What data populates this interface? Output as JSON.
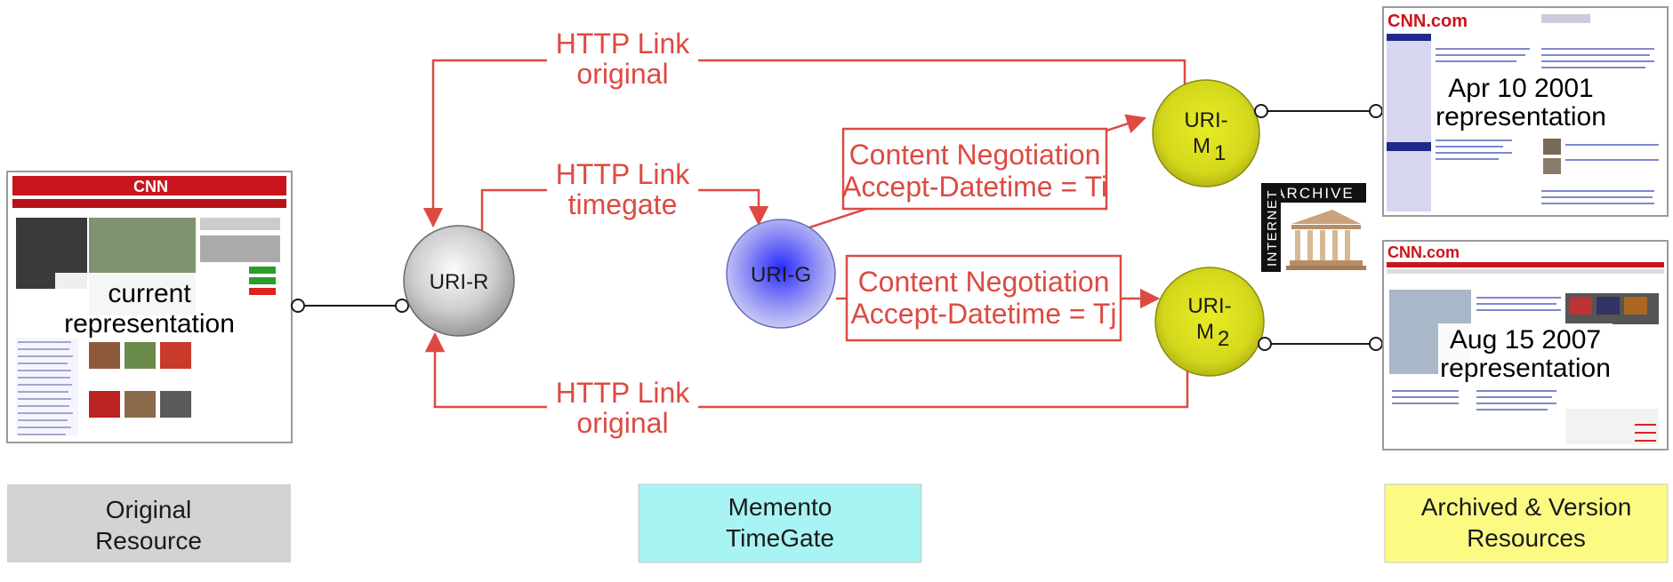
{
  "links": {
    "top": {
      "line1": "HTTP Link",
      "line2": "original"
    },
    "mid": {
      "line1": "HTTP Link",
      "line2": "timegate"
    },
    "bottom": {
      "line1": "HTTP Link",
      "line2": "original"
    }
  },
  "negotiation": {
    "to_m1": {
      "line1": "Content Negotiation",
      "line2": "Accept-Datetime = Ti"
    },
    "to_m2": {
      "line1": "Content Negotiation",
      "line2": "Accept-Datetime = Tj"
    }
  },
  "nodes": {
    "uri_r": "URI-R",
    "uri_g": "URI-G",
    "uri_m1": {
      "line1": "URI-",
      "line2": "M",
      "sub": "1"
    },
    "uri_m2": {
      "line1": "URI-",
      "line2": "M",
      "sub": "2"
    }
  },
  "pages": {
    "current": {
      "line1": "current",
      "line2": "representation",
      "logo": "CNN"
    },
    "m1": {
      "line1": "Apr 10 2001",
      "line2": "representation",
      "logo": "CNN.com"
    },
    "m2": {
      "line1": "Aug 15 2007",
      "line2": "representation",
      "logo": "CNN.com"
    }
  },
  "archive_logo": {
    "vertical": "INTERNET",
    "horizontal": "ARCHIVE"
  },
  "captions": {
    "original": {
      "line1": "Original",
      "line2": "Resource",
      "color": "#d3d3d3"
    },
    "timegate": {
      "line1": "Memento",
      "line2": "TimeGate",
      "color": "#a8f3f3"
    },
    "archived": {
      "line1": "Archived & Version",
      "line2": "Resources",
      "color": "#fbfb84"
    }
  },
  "colors": {
    "link": "#dd4a42",
    "line": "#1a1a1a"
  }
}
